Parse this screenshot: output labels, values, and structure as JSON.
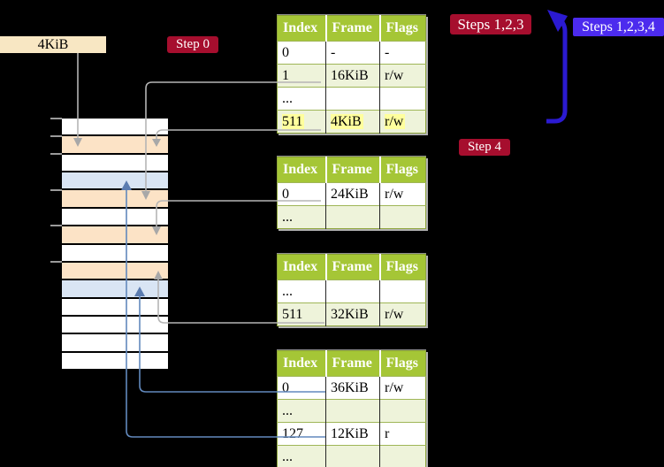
{
  "diagram": {
    "frame_size_label": "4KiB",
    "badges": {
      "step0": "Step 0",
      "steps123": "Steps 1,2,3",
      "steps1234": "Steps 1,2,3,4",
      "step4": "Step 4"
    },
    "colors": {
      "badge_red": "#a60e2e",
      "badge_violet": "#4c2bee",
      "recursive_arrow_blue": "#2b1ad1",
      "table_header_green": "#a5c636",
      "table_row_green": "#eef3da",
      "highlight_yellow": "#ffff9d",
      "memory_frame_peach": "#fce3c6",
      "memory_frame_blue": "#d9e5f4",
      "label_wheat": "#f8e7c3",
      "connector_gray": "#b5b5b5",
      "connector_steel_blue": "#6289bd"
    },
    "memory": {
      "rows": [
        {
          "kind": "white"
        },
        {
          "kind": "peach"
        },
        {
          "kind": "white"
        },
        {
          "kind": "blue"
        },
        {
          "kind": "peach"
        },
        {
          "kind": "white"
        },
        {
          "kind": "peach"
        },
        {
          "kind": "white"
        },
        {
          "kind": "peach"
        },
        {
          "kind": "blue"
        },
        {
          "kind": "white"
        },
        {
          "kind": "white"
        },
        {
          "kind": "white"
        },
        {
          "kind": "white"
        }
      ]
    },
    "tables": [
      {
        "headers": [
          "Index",
          "Frame",
          "Flags"
        ],
        "rows": [
          {
            "index": "0",
            "frame": "-",
            "flags": "-"
          },
          {
            "index": "1",
            "frame": "16KiB",
            "flags": "r/w"
          },
          {
            "index": "...",
            "frame": "",
            "flags": ""
          },
          {
            "index": "511",
            "frame": "4KiB",
            "flags": "r/w"
          }
        ]
      },
      {
        "headers": [
          "Index",
          "Frame",
          "Flags"
        ],
        "rows": [
          {
            "index": "0",
            "frame": "24KiB",
            "flags": "r/w"
          },
          {
            "index": "...",
            "frame": "",
            "flags": ""
          }
        ]
      },
      {
        "headers": [
          "Index",
          "Frame",
          "Flags"
        ],
        "rows": [
          {
            "index": "...",
            "frame": "",
            "flags": ""
          },
          {
            "index": "511",
            "frame": "32KiB",
            "flags": "r/w"
          }
        ]
      },
      {
        "headers": [
          "Index",
          "Frame",
          "Flags"
        ],
        "rows": [
          {
            "index": "0",
            "frame": "36KiB",
            "flags": "r/w"
          },
          {
            "index": "...",
            "frame": "",
            "flags": ""
          },
          {
            "index": "127",
            "frame": "12KiB",
            "flags": "r"
          },
          {
            "index": "...",
            "frame": "",
            "flags": ""
          }
        ]
      }
    ]
  }
}
